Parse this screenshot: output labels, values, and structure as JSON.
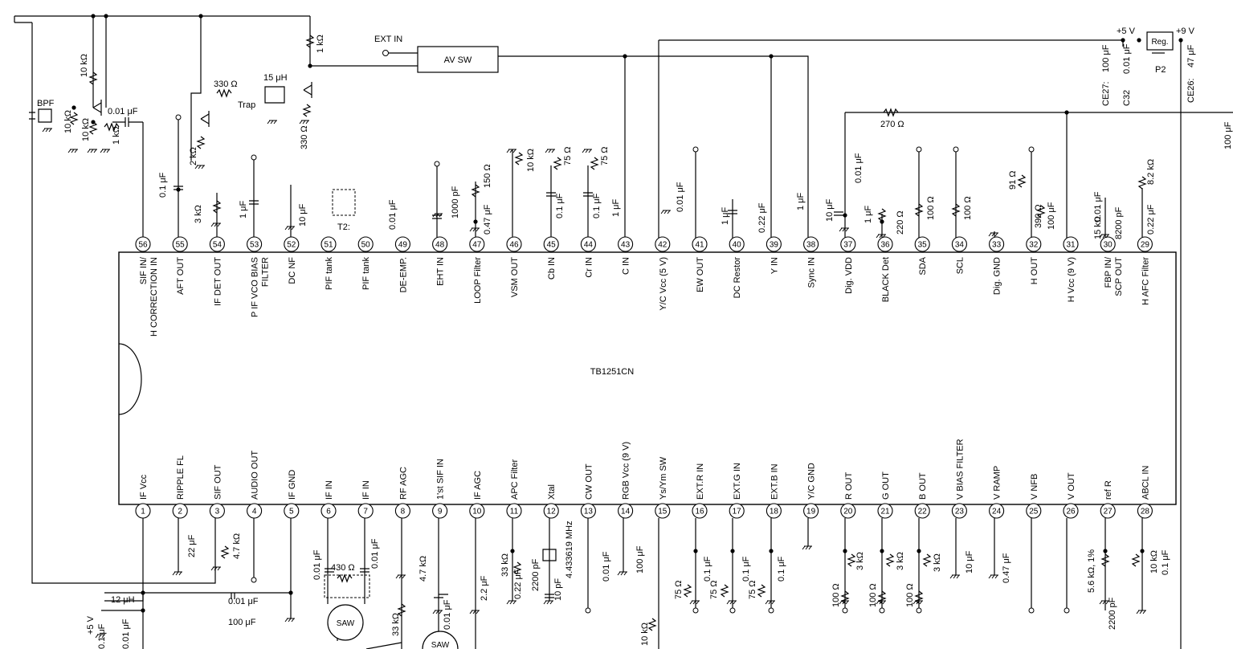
{
  "chip": {
    "name": "TB1251CN"
  },
  "top_pins": [
    {
      "num": "56",
      "label": "SIF IN/",
      "label2": "H CORRECTION IN"
    },
    {
      "num": "55",
      "label": "AFT OUT"
    },
    {
      "num": "54",
      "label": "IF DET OUT"
    },
    {
      "num": "53",
      "label": "P IF VCO BIAS",
      "label2": "FILTER"
    },
    {
      "num": "52",
      "label": "DC NF"
    },
    {
      "num": "51",
      "label": "PIF tank"
    },
    {
      "num": "50",
      "label": "PIF tank"
    },
    {
      "num": "49",
      "label": "DE-EMP."
    },
    {
      "num": "48",
      "label": "EHT IN"
    },
    {
      "num": "47",
      "label": "LOOP Filter"
    },
    {
      "num": "46",
      "label": "VSM OUT"
    },
    {
      "num": "45",
      "label": "Cb IN"
    },
    {
      "num": "44",
      "label": "Cr IN"
    },
    {
      "num": "43",
      "label": "C IN"
    },
    {
      "num": "42",
      "label": "Y/C Vcc (5 V)"
    },
    {
      "num": "41",
      "label": "EW OUT"
    },
    {
      "num": "40",
      "label": "DC Restor"
    },
    {
      "num": "39",
      "label": "Y IN"
    },
    {
      "num": "38",
      "label": "Sync IN"
    },
    {
      "num": "37",
      "label": "Dig. VDD"
    },
    {
      "num": "36",
      "label": "BLACK Det"
    },
    {
      "num": "35",
      "label": "SDA"
    },
    {
      "num": "34",
      "label": "SCL"
    },
    {
      "num": "33",
      "label": "Dig. GND"
    },
    {
      "num": "32",
      "label": "H OUT"
    },
    {
      "num": "31",
      "label": "H Vcc (9 V)"
    },
    {
      "num": "30",
      "label": "FBP IN/",
      "label2": "SCP OUT"
    },
    {
      "num": "29",
      "label": "H AFC Filter"
    }
  ],
  "bottom_pins": [
    {
      "num": "1",
      "label": "IF Vcc"
    },
    {
      "num": "2",
      "label": "RIPPLE FL"
    },
    {
      "num": "3",
      "label": "SIF OUT"
    },
    {
      "num": "4",
      "label": "AUDIO OUT"
    },
    {
      "num": "5",
      "label": "IF GND"
    },
    {
      "num": "6",
      "label": "IF IN"
    },
    {
      "num": "7",
      "label": "IF IN"
    },
    {
      "num": "8",
      "label": "RF AGC"
    },
    {
      "num": "9",
      "label": "1'st SIF IN"
    },
    {
      "num": "10",
      "label": "IF AGC"
    },
    {
      "num": "11",
      "label": "APC Filter"
    },
    {
      "num": "12",
      "label": "Xtal"
    },
    {
      "num": "13",
      "label": "CW OUT"
    },
    {
      "num": "14",
      "label": "RGB Vcc (9 V)"
    },
    {
      "num": "15",
      "label": "Ys/Ym SW"
    },
    {
      "num": "16",
      "label": "EXT.R IN"
    },
    {
      "num": "17",
      "label": "EXT.G IN"
    },
    {
      "num": "18",
      "label": "EXT.B IN"
    },
    {
      "num": "19",
      "label": "Y/C GND"
    },
    {
      "num": "20",
      "label": "R OUT"
    },
    {
      "num": "21",
      "label": "G OUT"
    },
    {
      "num": "22",
      "label": "B OUT"
    },
    {
      "num": "23",
      "label": "V BIAS FILTER"
    },
    {
      "num": "24",
      "label": "V RAMP"
    },
    {
      "num": "25",
      "label": "V NFB"
    },
    {
      "num": "26",
      "label": "V OUT"
    },
    {
      "num": "27",
      "label": "ref R"
    },
    {
      "num": "28",
      "label": "ABCL IN"
    }
  ],
  "blocks": {
    "av_sw": "AV SW",
    "reg": "Reg.",
    "saw": "SAW"
  },
  "labels": {
    "ext_in": "EXT IN",
    "bpf": "BPF",
    "trap": "Trap",
    "t2": "T2:",
    "v5": "+5 V",
    "v9": "+9 V",
    "p2": "P2",
    "v5_bottom": "+5 V",
    "xtal_freq": "4.433619 MHz"
  },
  "components": [
    {
      "id": "r_10k_top",
      "text": "10 kΩ"
    },
    {
      "id": "r_10k_bpf",
      "text": "10 kΩ"
    },
    {
      "id": "r_10k_bpf2",
      "text": "10 kΩ"
    },
    {
      "id": "r_1k_bpf",
      "text": "1 kΩ"
    },
    {
      "id": "c_001_56",
      "text": "0.01 μF"
    },
    {
      "id": "r_1k_top",
      "text": "1 kΩ"
    },
    {
      "id": "r_330",
      "text": "330 Ω"
    },
    {
      "id": "l_15u",
      "text": "15 μH"
    },
    {
      "id": "r_330b",
      "text": "330 Ω"
    },
    {
      "id": "r_2k",
      "text": "2 kΩ"
    },
    {
      "id": "c_01_55",
      "text": "0.1 μF"
    },
    {
      "id": "r_3k_54",
      "text": "3 kΩ"
    },
    {
      "id": "c_1u_53",
      "text": "1 μF"
    },
    {
      "id": "c_10u_52",
      "text": "10 μF"
    },
    {
      "id": "c_001_49",
      "text": "0.01 μF"
    },
    {
      "id": "c_1000p_47",
      "text": "1000 pF"
    },
    {
      "id": "r_150_47",
      "text": "150 Ω"
    },
    {
      "id": "c_047_47",
      "text": "0.47 μF"
    },
    {
      "id": "r_10k_46",
      "text": "10 kΩ"
    },
    {
      "id": "r_75_45",
      "text": "75 Ω"
    },
    {
      "id": "c_01_45",
      "text": "0.1 μF"
    },
    {
      "id": "r_75_44",
      "text": "75 Ω"
    },
    {
      "id": "c_01_44",
      "text": "0.1 μF"
    },
    {
      "id": "c_1u_43",
      "text": "1 μF"
    },
    {
      "id": "c_001_42",
      "text": "0.01 μF"
    },
    {
      "id": "c_1u_40",
      "text": "1 μF"
    },
    {
      "id": "c_022_39",
      "text": "0.22 μF"
    },
    {
      "id": "c_1u_38",
      "text": "1 μF"
    },
    {
      "id": "r_270",
      "text": "270 Ω"
    },
    {
      "id": "c_10u_37",
      "text": "10 μF"
    },
    {
      "id": "c_001_37",
      "text": "0.01 μF"
    },
    {
      "id": "c_1u_36",
      "text": "1 μF"
    },
    {
      "id": "r_220_36",
      "text": "220 Ω"
    },
    {
      "id": "r_100_35",
      "text": "100 Ω"
    },
    {
      "id": "r_100_34",
      "text": "100 Ω"
    },
    {
      "id": "r_91_32",
      "text": "91 Ω"
    },
    {
      "id": "r_390_32",
      "text": "390 Ω"
    },
    {
      "id": "c_100u_31",
      "text": "100 μF"
    },
    {
      "id": "c_001_31",
      "text": "0.01 μF"
    },
    {
      "id": "r_15k_30",
      "text": "15 kΩ"
    },
    {
      "id": "c_8200p_29",
      "text": "8200 pF"
    },
    {
      "id": "c_022_29",
      "text": "0.22 μF"
    },
    {
      "id": "r_82k_29",
      "text": "8.2 kΩ"
    },
    {
      "id": "ce27",
      "text": "CE27:"
    },
    {
      "id": "c_100u_ce27",
      "text": "100 μF"
    },
    {
      "id": "c32",
      "text": "C32"
    },
    {
      "id": "c_001_c32",
      "text": "0.01 μF"
    },
    {
      "id": "ce26",
      "text": "CE26:"
    },
    {
      "id": "c_47u_ce26",
      "text": "47 μF"
    },
    {
      "id": "c_100u_right",
      "text": "100 μF"
    },
    {
      "id": "c_22u_2",
      "text": "22 μF"
    },
    {
      "id": "r_47k_3",
      "text": "4.7 kΩ"
    },
    {
      "id": "l_12u",
      "text": "12 μH"
    },
    {
      "id": "c_001_1",
      "text": "0.01 μF"
    },
    {
      "id": "c_100u_1",
      "text": "100 μF"
    },
    {
      "id": "c_01_bl",
      "text": "0.1 μF"
    },
    {
      "id": "c_001_bl",
      "text": "0.01 μF"
    },
    {
      "id": "c_001_6",
      "text": "0.01 μF"
    },
    {
      "id": "r_430",
      "text": "430 Ω"
    },
    {
      "id": "c_001_7",
      "text": "0.01 μF"
    },
    {
      "id": "r_47k_8",
      "text": "4.7 kΩ"
    },
    {
      "id": "r_33k_8",
      "text": "33 kΩ"
    },
    {
      "id": "c_001_9",
      "text": "0.01 μF"
    },
    {
      "id": "c_22u_10",
      "text": "2.2 μF"
    },
    {
      "id": "r_33k_11",
      "text": "33 kΩ"
    },
    {
      "id": "c_022_11",
      "text": "0.22 μF"
    },
    {
      "id": "c_2200p_11",
      "text": "2200 pF"
    },
    {
      "id": "c_10p_12",
      "text": "10 pF"
    },
    {
      "id": "c_001_14",
      "text": "0.01 μF"
    },
    {
      "id": "c_100u_14",
      "text": "100 μF"
    },
    {
      "id": "r_10k_15",
      "text": "10 kΩ"
    },
    {
      "id": "r_75_16",
      "text": "75 Ω"
    },
    {
      "id": "c_01_16",
      "text": "0.1 μF"
    },
    {
      "id": "r_75_17",
      "text": "75 Ω"
    },
    {
      "id": "c_01_17",
      "text": "0.1 μF"
    },
    {
      "id": "r_75_18",
      "text": "75 Ω"
    },
    {
      "id": "c_01_18",
      "text": "0.1 μF"
    },
    {
      "id": "r_100_20",
      "text": "100 Ω"
    },
    {
      "id": "r_3k_20",
      "text": "3 kΩ"
    },
    {
      "id": "r_100_21",
      "text": "100 Ω"
    },
    {
      "id": "r_3k_21",
      "text": "3 kΩ"
    },
    {
      "id": "r_100_22",
      "text": "100 Ω"
    },
    {
      "id": "r_3k_22",
      "text": "3 kΩ"
    },
    {
      "id": "c_10u_23",
      "text": "10 μF"
    },
    {
      "id": "c_047_24",
      "text": "0.47 μF"
    },
    {
      "id": "r_56k_27",
      "text": "5.6 kΩ, 1%"
    },
    {
      "id": "c_2200p_27",
      "text": "2200 pF"
    },
    {
      "id": "r_10k_28",
      "text": "10 kΩ"
    },
    {
      "id": "c_01_28",
      "text": "0.1 μF"
    }
  ]
}
